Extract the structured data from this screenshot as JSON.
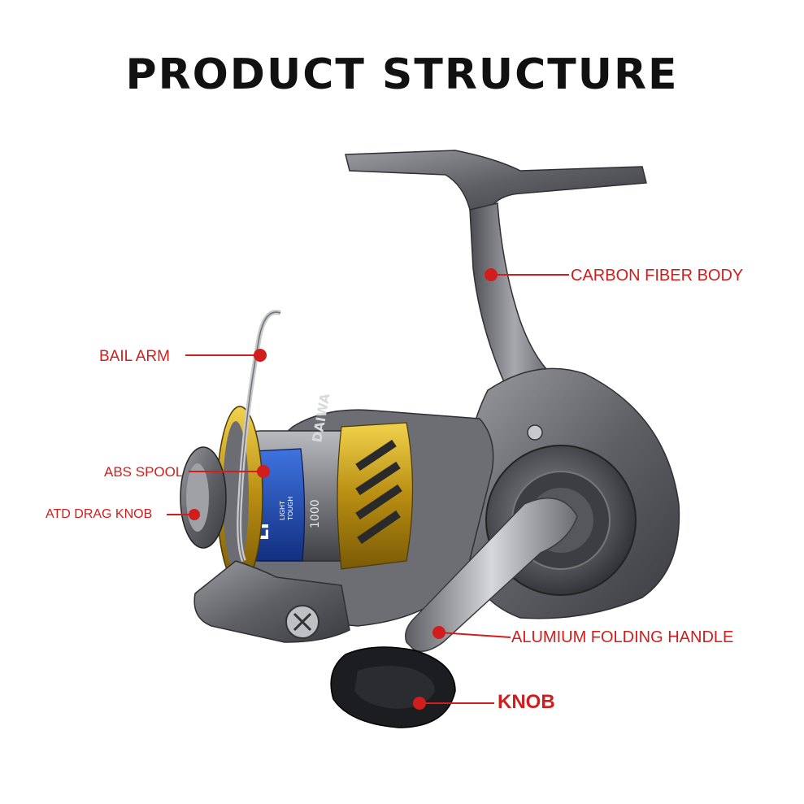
{
  "title": "PRODUCT STRUCTURE",
  "reel_text": {
    "brand": "DAIWA",
    "model": "LT",
    "size": "1000",
    "tagline1": "LIGHT",
    "tagline2": "TOUGH"
  },
  "labels": {
    "carbon_fiber_body": "CARBON FIBER BODY",
    "bail_arm": "BAIL ARM",
    "abs_spool": "ABS SPOOL",
    "atd_drag_knob": "ATD DRAG KNOB",
    "alumium_folding_handle": "ALUMIUM FOLDING HANDLE",
    "knob": "KNOB"
  },
  "colors": {
    "label": "#d21d1d",
    "title": "#111111",
    "spool_gold": "#c8a21a",
    "spool_blue": "#1f4fc0",
    "body_gray": "#6e7075"
  }
}
